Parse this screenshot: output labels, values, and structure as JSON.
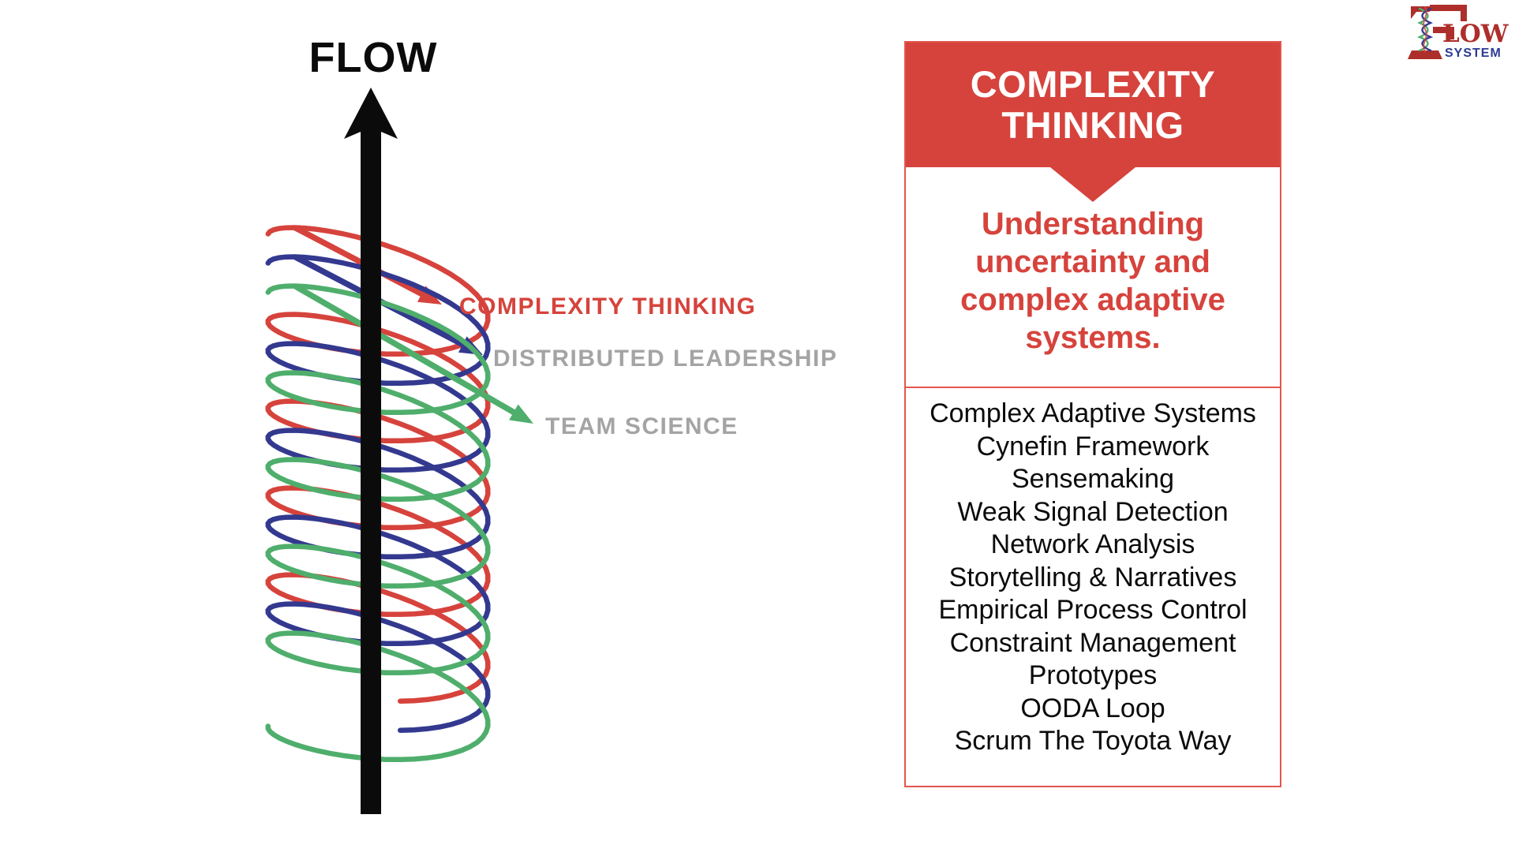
{
  "page": {
    "background": "#ffffff"
  },
  "flow_diagram": {
    "title": "FLOW",
    "arrow_color": "#0b0b0b",
    "strands": [
      {
        "name": "complexity-thinking",
        "color": "#d6433c",
        "label": "COMPLEXITY THINKING",
        "label_color": "#d6433c"
      },
      {
        "name": "distributed-leadership",
        "color": "#33398f",
        "label": "DISTRIBUTED LEADERSHIP",
        "label_color": "#a4a4a4"
      },
      {
        "name": "team-science",
        "color": "#4fae6c",
        "label": "TEAM SCIENCE",
        "label_color": "#a4a4a4"
      }
    ]
  },
  "panel": {
    "accent_color": "#d6433c",
    "border_color": "#e2564e",
    "header": {
      "bg": "#d6433c",
      "text_color": "#ffffff",
      "title_lines": [
        "COMPLEXITY",
        "THINKING"
      ]
    },
    "subtitle": {
      "color": "#d6433c",
      "lines": [
        "Understanding",
        "uncertainty and",
        "complex adaptive",
        "systems."
      ]
    },
    "items": [
      "Complex Adaptive Systems",
      "Cynefin Framework",
      "Sensemaking",
      "Weak Signal Detection",
      "Network Analysis",
      "Storytelling & Narratives",
      "Empirical Process Control",
      "Constraint Management",
      "Prototypes",
      "OODA Loop",
      "Scrum The Toyota Way"
    ]
  },
  "logo": {
    "f_color": "#ad2e2b",
    "flow_suffix": "LOW",
    "system": "SYSTEM",
    "system_color": "#2c3b92",
    "helix_colors": [
      "#4fae6c",
      "#33398f",
      "#d6433c"
    ]
  }
}
